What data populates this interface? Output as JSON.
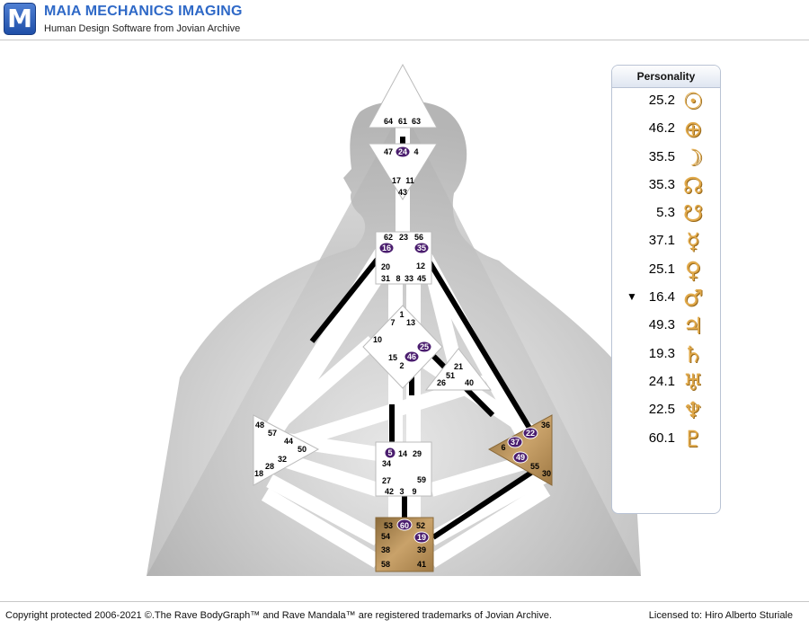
{
  "header": {
    "logo_letter": "M",
    "title": "MAIA MECHANICS IMAGING",
    "subtitle": "Human Design Software from Jovian Archive"
  },
  "footer": {
    "copyright": "Copyright protected 2006-2021 ©.The Rave BodyGraph™ and Rave Mandala™ are registered trademarks of Jovian Archive.",
    "license": "Licensed to: Hiro Alberto Sturiale"
  },
  "bodygraph": {
    "head_gates": [
      "64",
      "61",
      "63"
    ],
    "ajna_gates": [
      "47",
      "24",
      "4",
      "17",
      "11",
      "43"
    ],
    "throat_gates": [
      "62",
      "23",
      "56",
      "16",
      "35",
      "20",
      "12",
      "31",
      "8",
      "33",
      "45"
    ],
    "g_gates": [
      "1",
      "7",
      "13",
      "10",
      "25",
      "15",
      "46",
      "2"
    ],
    "ego_gates": [
      "21",
      "51",
      "26",
      "40"
    ],
    "spleen_gates": [
      "48",
      "57",
      "44",
      "50",
      "32",
      "28",
      "18"
    ],
    "sacral_gates": [
      "5",
      "14",
      "29",
      "34",
      "27",
      "59",
      "42",
      "3",
      "9"
    ],
    "solar_plexus_gates": [
      "36",
      "22",
      "37",
      "6",
      "49",
      "55",
      "30"
    ],
    "root_gates": [
      "53",
      "60",
      "52",
      "54",
      "19",
      "38",
      "39",
      "58",
      "41"
    ]
  },
  "personality": {
    "title": "Personality",
    "rows": [
      {
        "value": "25.2",
        "glyph": "sun-icon",
        "marker": ""
      },
      {
        "value": "46.2",
        "glyph": "earth-icon",
        "marker": ""
      },
      {
        "value": "35.5",
        "glyph": "moon-icon",
        "marker": ""
      },
      {
        "value": "35.3",
        "glyph": "north-node-icon",
        "marker": ""
      },
      {
        "value": "5.3",
        "glyph": "south-node-icon",
        "marker": ""
      },
      {
        "value": "37.1",
        "glyph": "mercury-icon",
        "marker": ""
      },
      {
        "value": "25.1",
        "glyph": "venus-icon",
        "marker": ""
      },
      {
        "value": "16.4",
        "glyph": "mars-icon",
        "marker": "▼"
      },
      {
        "value": "49.3",
        "glyph": "jupiter-icon",
        "marker": ""
      },
      {
        "value": "19.3",
        "glyph": "saturn-icon",
        "marker": ""
      },
      {
        "value": "24.1",
        "glyph": "uranus-icon",
        "marker": ""
      },
      {
        "value": "22.5",
        "glyph": "neptune-icon",
        "marker": ""
      },
      {
        "value": "60.1",
        "glyph": "pluto-icon",
        "marker": ""
      }
    ]
  },
  "colors": {
    "defined_center": "#b8915a",
    "active_gate": "#4a1d6e",
    "glyph": "#e0a84a"
  }
}
